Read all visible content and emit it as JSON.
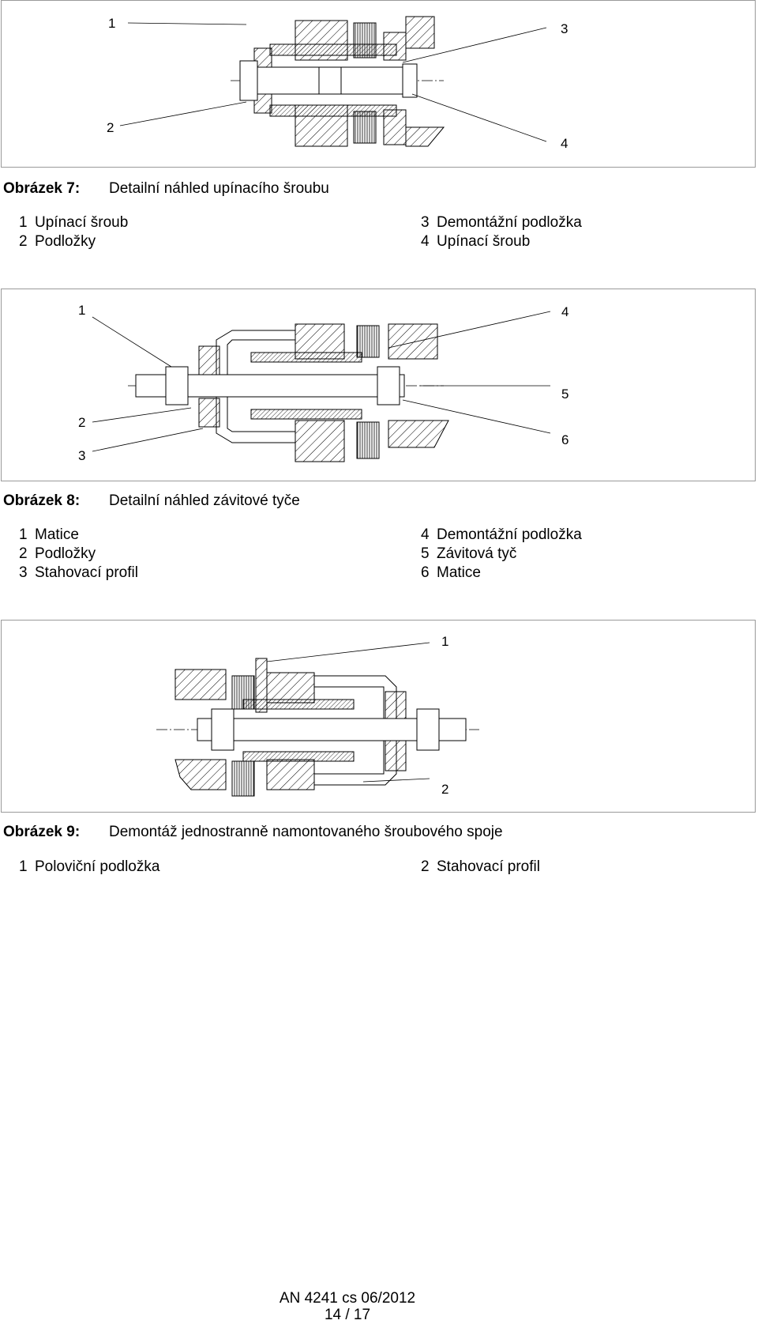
{
  "figure7": {
    "callouts": [
      "1",
      "2",
      "3",
      "4"
    ],
    "caption_label": "Obrázek 7:",
    "caption_text": "Detailní náhled upínacího šroubu",
    "legend": [
      {
        "num": "1",
        "text": "Upínací šroub"
      },
      {
        "num": "2",
        "text": "Podložky"
      },
      {
        "num": "3",
        "text": "Demontážní podložka"
      },
      {
        "num": "4",
        "text": "Upínací šroub"
      }
    ]
  },
  "figure8": {
    "callouts": [
      "1",
      "2",
      "3",
      "4",
      "5",
      "6"
    ],
    "caption_label": "Obrázek 8:",
    "caption_text": "Detailní náhled závitové tyče",
    "legend": [
      {
        "num": "1",
        "text": "Matice"
      },
      {
        "num": "2",
        "text": "Podložky"
      },
      {
        "num": "3",
        "text": "Stahovací profil"
      },
      {
        "num": "4",
        "text": "Demontážní podložka"
      },
      {
        "num": "5",
        "text": "Závitová tyč"
      },
      {
        "num": "6",
        "text": "Matice"
      }
    ]
  },
  "figure9": {
    "callouts": [
      "1",
      "2"
    ],
    "caption_label": "Obrázek 9:",
    "caption_text": "Demontáž jednostranně namontovaného šroubového spoje",
    "legend": [
      {
        "num": "1",
        "text": "Poloviční podložka"
      },
      {
        "num": "2",
        "text": "Stahovací profil"
      }
    ]
  },
  "footer": {
    "doc_id": "AN 4241 cs 06/2012",
    "page": "14 / 17"
  }
}
